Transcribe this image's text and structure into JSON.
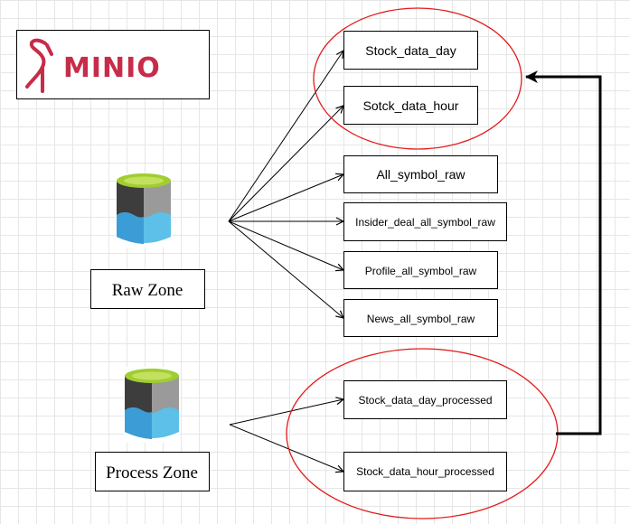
{
  "logo": {
    "text": "MINIO",
    "brand_color": "#c72c48"
  },
  "zones": {
    "raw_label": "Raw Zone",
    "process_label": "Process Zone"
  },
  "raw_targets": [
    "Stock_data_day",
    "Sotck_data_hour",
    "All_symbol_raw",
    "Insider_deal_all_symbol_raw",
    "Profile_all_symbol_raw",
    "News_all_symbol_raw"
  ],
  "processed_targets": [
    "Stock_data_day_processed",
    "Stock_data_hour_processed"
  ],
  "colors": {
    "highlight_ellipse": "#e31b1b",
    "edge": "#000000",
    "bucket_dark": "#3d3d3d",
    "bucket_gray": "#9a9a9a",
    "bucket_blue": "#3c9dd6",
    "bucket_lightblue": "#5cc0e8",
    "bucket_lid": "#9fce2e"
  },
  "icons": {
    "raw_bucket": "storage-bucket-icon",
    "process_bucket": "storage-bucket-icon",
    "logo_bird": "flamingo-logo-icon"
  }
}
